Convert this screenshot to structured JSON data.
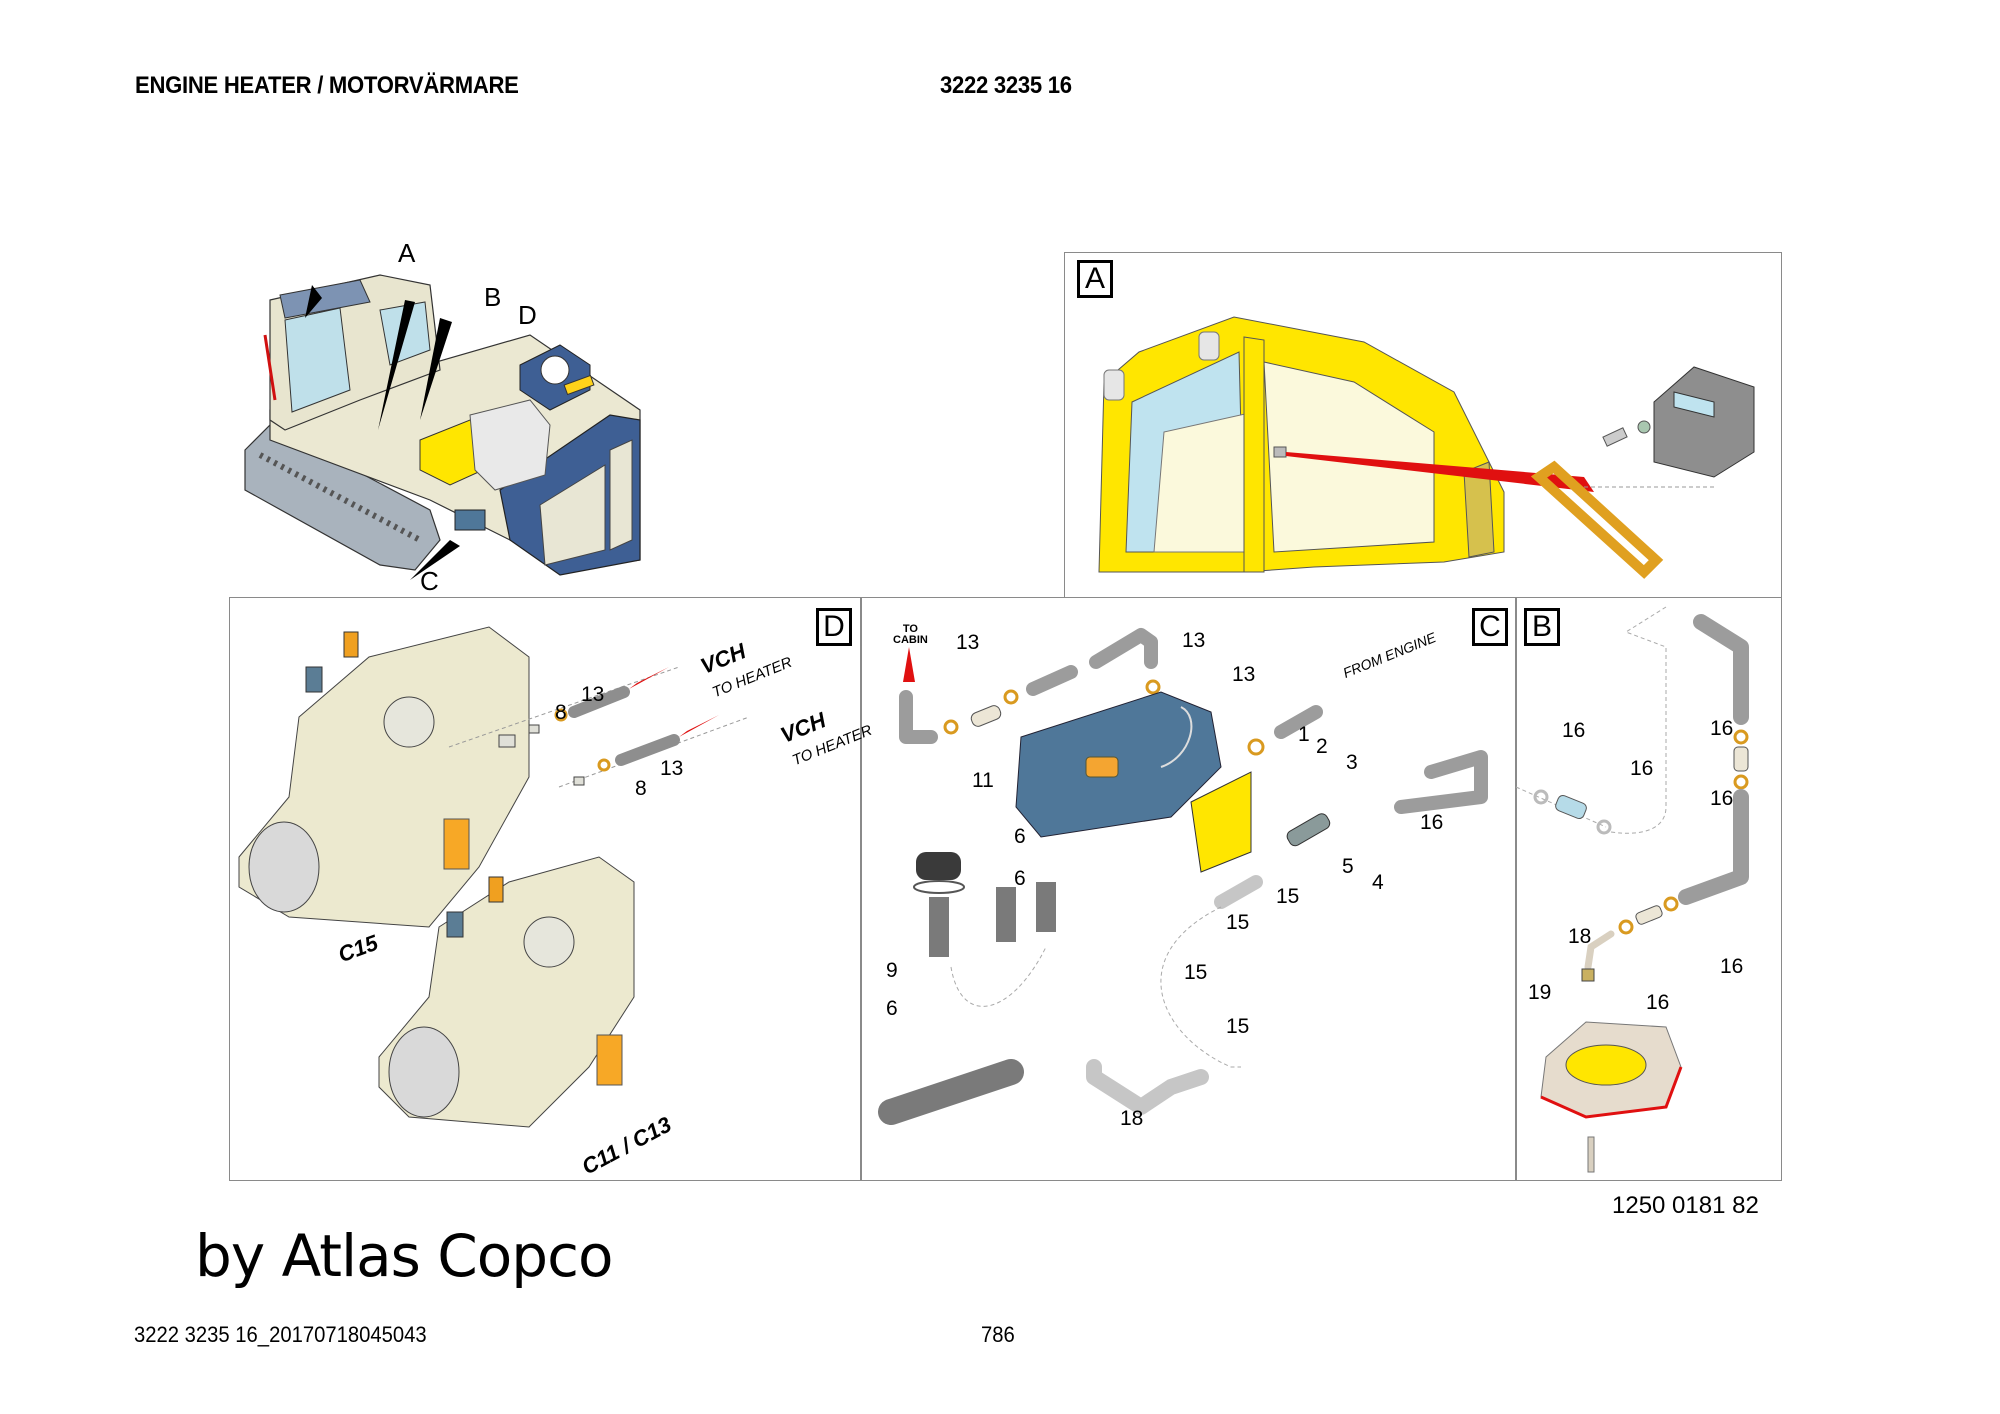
{
  "header": {
    "title": "ENGINE HEATER / MOTORVÄRMARE",
    "doc_number": "3222 3235 16"
  },
  "overview": {
    "name": "excavator-overview",
    "pointers": [
      "A",
      "B",
      "C",
      "D"
    ]
  },
  "panels": {
    "A": {
      "label": "A"
    },
    "B": {
      "label": "B",
      "callouts": [
        "16",
        "16",
        "16",
        "16",
        "16",
        "16",
        "18",
        "19"
      ]
    },
    "C": {
      "label": "C",
      "to_cabin": "TO\nCABIN",
      "to_cabin_line1": "TO",
      "to_cabin_line2": "CABIN",
      "from_engine": "FROM ENGINE",
      "callouts": [
        "13",
        "13",
        "13",
        "1",
        "2",
        "3",
        "11",
        "6",
        "6",
        "9",
        "6",
        "16",
        "5",
        "4",
        "15",
        "15",
        "15",
        "15",
        "18"
      ]
    },
    "D": {
      "label": "D",
      "vch": "VCH",
      "to_heater": "TO HEATER",
      "engine_c15": "C15",
      "engine_c11_c13": "C11 / C13",
      "callouts": [
        "8",
        "13",
        "8",
        "13"
      ]
    }
  },
  "illustration_number": "1250 0181 82",
  "brand": "by Atlas Copco",
  "footer": {
    "doc_id": "3222 3235 16_20170718045043",
    "page_number": "786"
  },
  "colors": {
    "cab_yellow": "#ffe600",
    "heater_blue": "#4f7799",
    "engine_beige": "#ece9cf",
    "hose_grey": "#9c9c9c",
    "clamp_orange": "#e0a020",
    "accent_red": "#e01010",
    "frame_grey": "#8a8a8a"
  }
}
